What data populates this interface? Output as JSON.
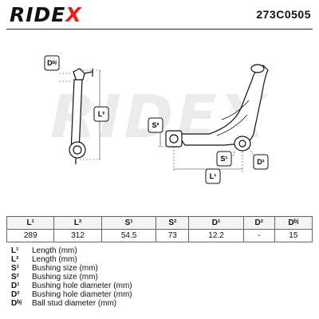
{
  "brand": {
    "name_prefix": "RIDE",
    "name_suffix": "X",
    "accent": "#e2231a"
  },
  "part_number": "273C0505",
  "watermark": "RIDEX",
  "badges": {
    "L1": "L¹",
    "L2": "L²",
    "S1": "S¹",
    "S2": "S²",
    "D1": "D¹",
    "Db": "Dᵇʲ"
  },
  "table": {
    "headers": [
      "L¹",
      "L²",
      "S¹",
      "S²",
      "D¹",
      "D²",
      "Dᵇʲ"
    ],
    "values": [
      "289",
      "312",
      "54.5",
      "73",
      "12.2",
      "-",
      "15"
    ]
  },
  "legend": [
    {
      "key": "L¹",
      "desc": "Length (mm)"
    },
    {
      "key": "L²",
      "desc": "Length (mm)"
    },
    {
      "key": "S¹",
      "desc": "Bushing size (mm)"
    },
    {
      "key": "S²",
      "desc": "Bushing size (mm)"
    },
    {
      "key": "D¹",
      "desc": "Bushing hole diameter (mm)"
    },
    {
      "key": "D²",
      "desc": "Bushing hole diameter (mm)"
    },
    {
      "key": "Dᵇʲ",
      "desc": "Ball stud diameter (mm)"
    }
  ]
}
